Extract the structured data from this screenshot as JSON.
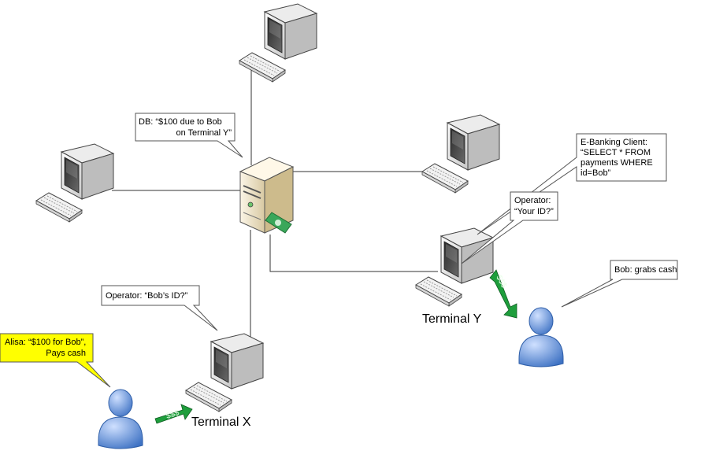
{
  "callouts": {
    "db": [
      "DB: “$100 due to Bob",
      "on Terminal Y”"
    ],
    "ebanking": [
      "E-Banking Client:",
      "“SELECT * FROM",
      "payments WHERE",
      "id=Bob”"
    ],
    "operator_y": [
      "Operator:",
      "“Your ID?”"
    ],
    "bob": [
      "Bob: grabs cash"
    ],
    "operator_x": [
      "Operator: “Bob’s ID?”"
    ],
    "alisa": [
      "Alisa: “$100 for Bob”,",
      "Pays cash"
    ]
  },
  "labels": {
    "terminal_x": "Terminal X",
    "terminal_y": "Terminal Y"
  },
  "money": {
    "text": "$$$"
  },
  "colors": {
    "alisa_callout": "#ffff00",
    "money": "#1e9e3c",
    "person": "#5b8fd6",
    "server": "#efe3c7"
  }
}
